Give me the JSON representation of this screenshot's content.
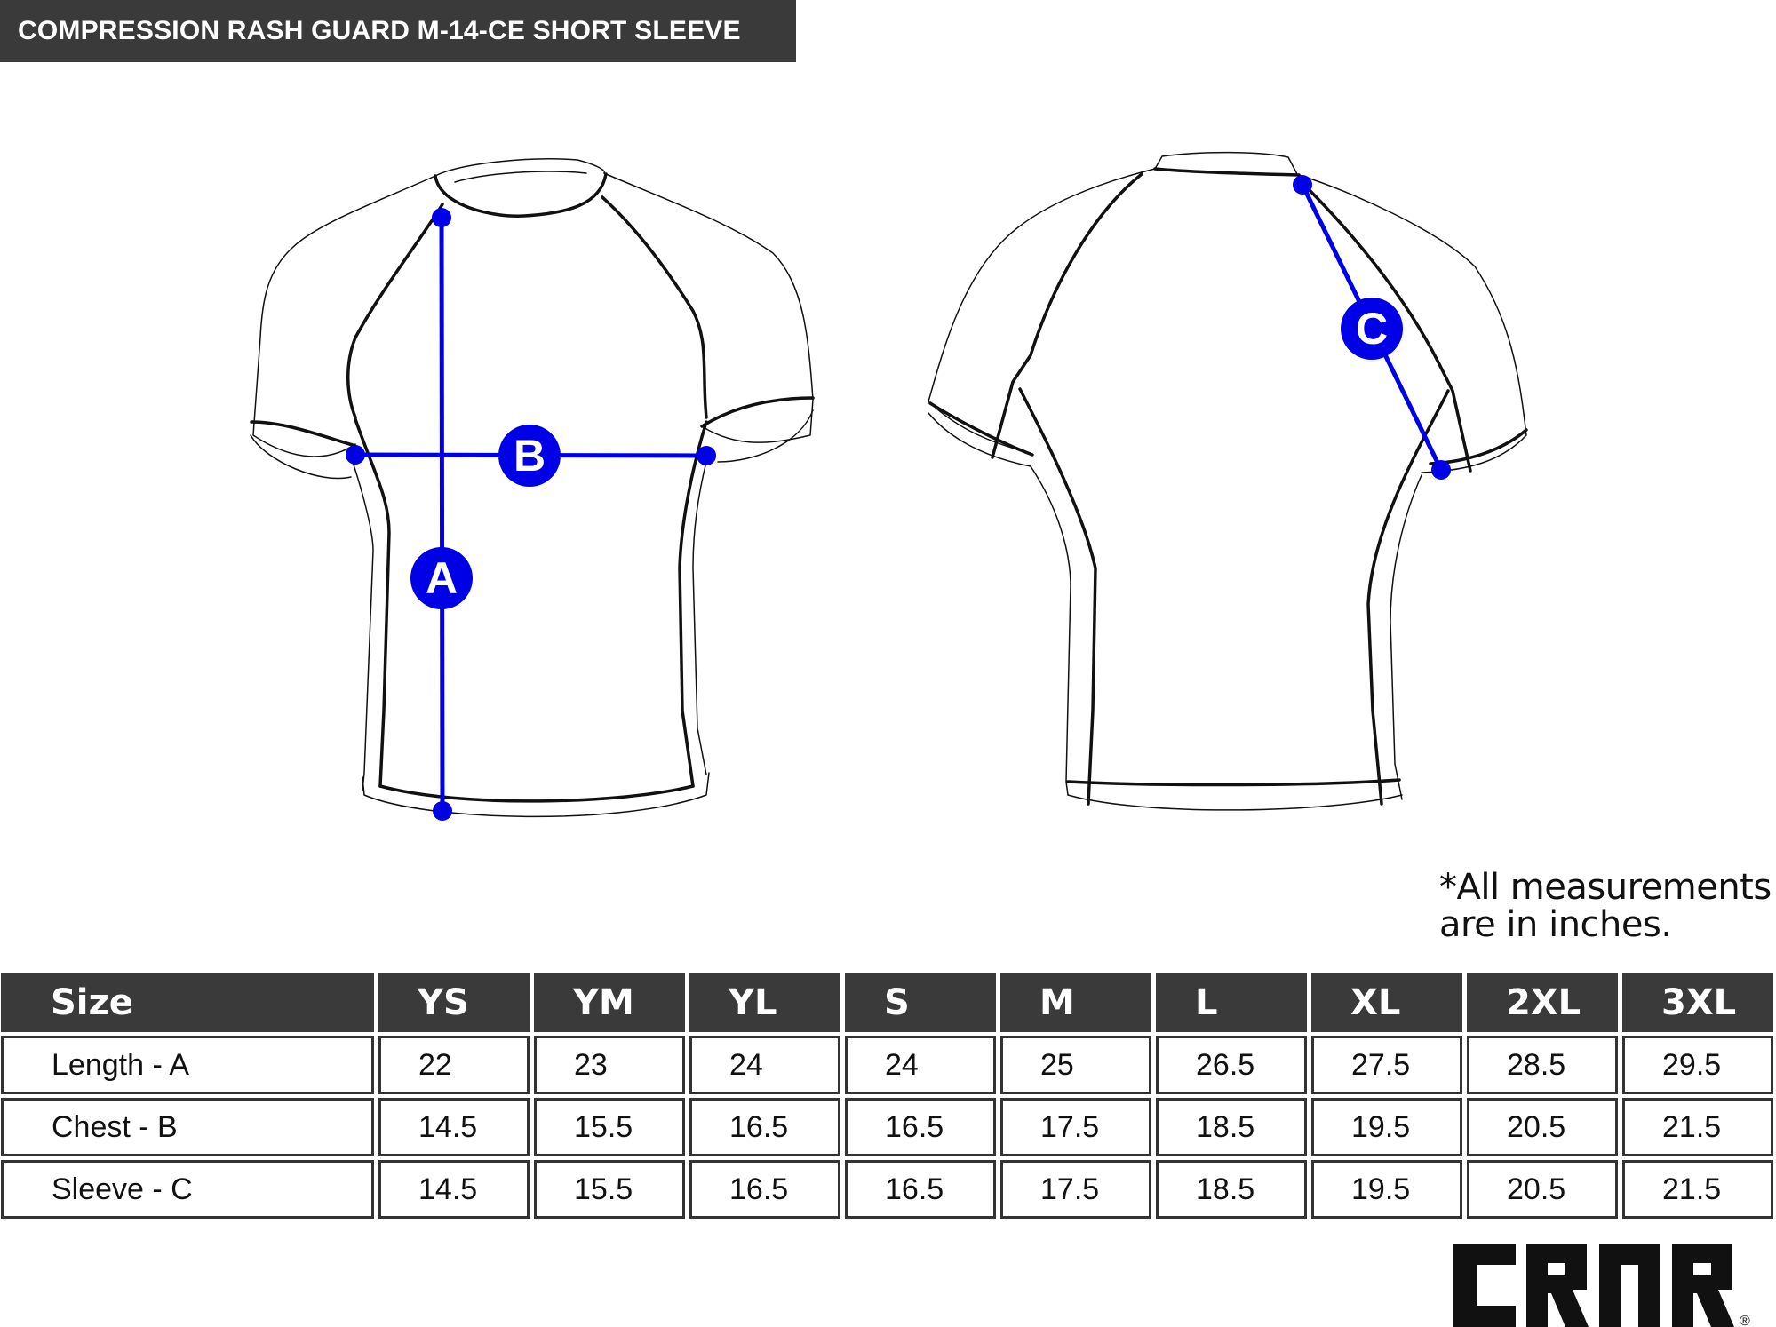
{
  "title": "COMPRESSION RASH GUARD M-14-CE SHORT SLEEVE",
  "markers": {
    "a": "A",
    "b": "B",
    "c": "C"
  },
  "note_lines": [
    "*All measurements",
    "are in inches."
  ],
  "table": {
    "columns": [
      "Size",
      "YS",
      "YM",
      "YL",
      "S",
      "M",
      "L",
      "XL",
      "2XL",
      "3XL"
    ],
    "rows": [
      {
        "label": "Length - A",
        "values": [
          "22",
          "23",
          "24",
          "24",
          "25",
          "26.5",
          "27.5",
          "28.5",
          "29.5"
        ]
      },
      {
        "label": "Chest - B",
        "values": [
          "14.5",
          "15.5",
          "16.5",
          "16.5",
          "17.5",
          "18.5",
          "19.5",
          "20.5",
          "21.5"
        ]
      },
      {
        "label": "Sleeve - C",
        "values": [
          "14.5",
          "15.5",
          "16.5",
          "16.5",
          "17.5",
          "18.5",
          "19.5",
          "20.5",
          "21.5"
        ]
      }
    ]
  },
  "brand": {
    "logo_text": "CRNR",
    "registered": "®"
  },
  "colors": {
    "header_bg": "#3a3a3a",
    "marker_blue": "#0000e6"
  }
}
